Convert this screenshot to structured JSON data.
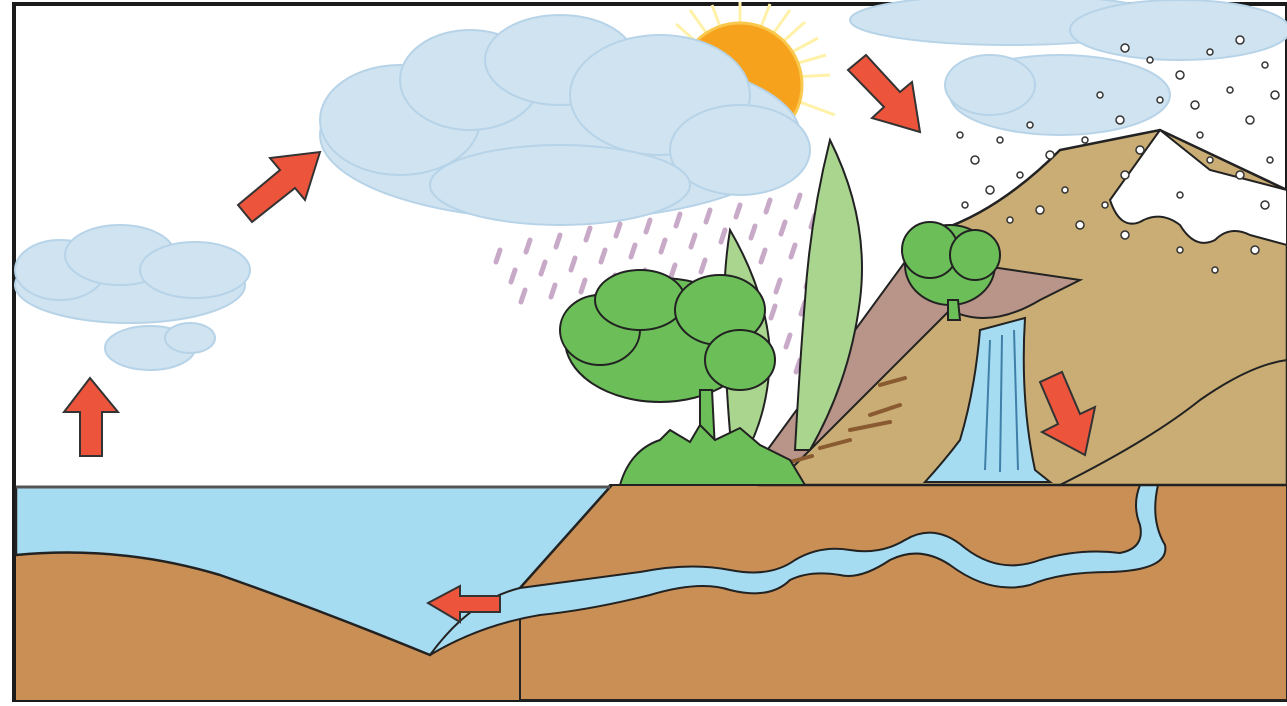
{
  "diagram": {
    "labels": [],
    "elements": [
      "sun",
      "clouds",
      "rain",
      "snow",
      "mountain",
      "waterfall",
      "trees",
      "ocean",
      "underground-stream",
      "arrows"
    ],
    "colors": {
      "sky": "#ffffff",
      "cloud": "#cfe3f1",
      "cloud_outline": "#b7d3e8",
      "water": "#a6dcf2",
      "soil": "#c98f55",
      "mountain": "#c9ad74",
      "rock_band": "#b99489",
      "tree": "#6cbf58",
      "tree_light": "#a9d58f",
      "arrow": "#ec553c",
      "rain": "#c9a9c8",
      "sun": "#f7a21c",
      "snow": "#ffffff",
      "outline": "#222222"
    }
  }
}
